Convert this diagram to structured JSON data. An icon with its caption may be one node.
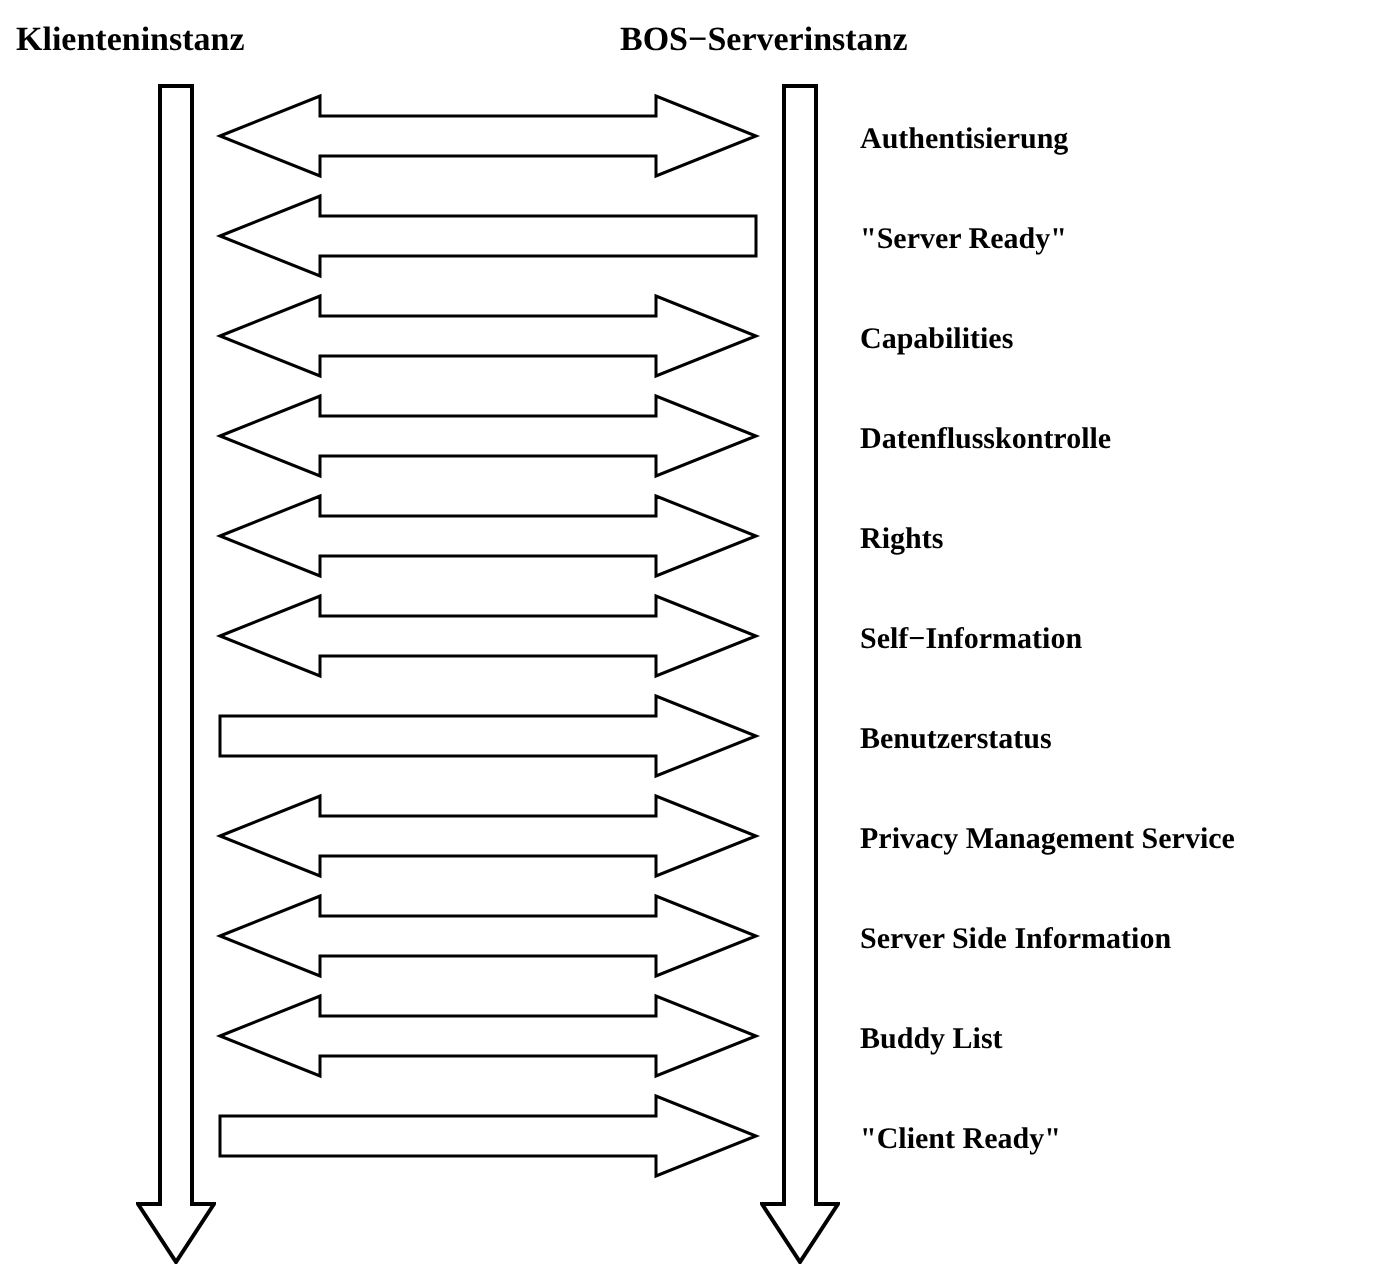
{
  "diagram": {
    "nodes": [
      {
        "text": [],
        "shape": "arrow",
        "beside": [
          "Klienteninstanz"
        ]
      },
      {
        "text": [],
        "shape": "arrow",
        "beside": [
          "BOS−Serverinstanz"
        ]
      }
    ],
    "edges": [
      {
        "from": 0,
        "to": 1,
        "arrow": "both"
      },
      {
        "from": 1,
        "to": 0,
        "arrow": "to"
      },
      {
        "from": 0,
        "to": 1,
        "arrow": "both"
      },
      {
        "from": 0,
        "to": 1,
        "arrow": "both"
      },
      {
        "from": 0,
        "to": 1,
        "arrow": "both"
      },
      {
        "from": 0,
        "to": 1,
        "arrow": "both"
      },
      {
        "from": 0,
        "to": 1,
        "arrow": "to"
      },
      {
        "from": 0,
        "to": 1,
        "arrow": "both"
      },
      {
        "from": 0,
        "to": 1,
        "arrow": "both"
      },
      {
        "from": 0,
        "to": 1,
        "arrow": "both"
      },
      {
        "from": 0,
        "to": 1,
        "arrow": "to"
      }
    ],
    "labels": [
      "Authentisierung",
      "\"Server Ready\"",
      "Capabilities",
      "Datenflusskontrolle",
      "Rights",
      "Self−Information",
      "Benutzerstatus",
      "Privacy Management Service",
      "Server Side Information",
      "Buddy List",
      "\"Client Ready\""
    ]
  }
}
